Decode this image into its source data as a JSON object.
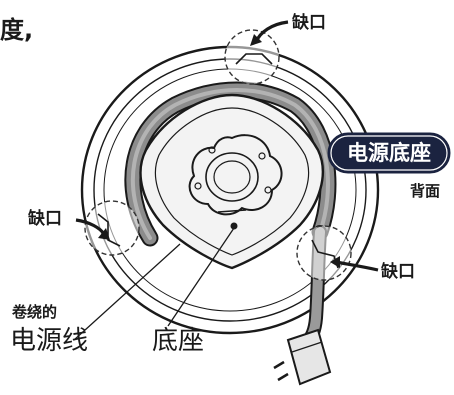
{
  "header": {
    "partial_text": "度,"
  },
  "labels": {
    "notch_top": "缺口",
    "notch_left": "缺口",
    "notch_right": "缺口",
    "power_base_badge": "电源底座",
    "back_view": "背面",
    "wound_cord_small": "卷绕的",
    "wound_cord_large": "电源线",
    "base": "底座"
  },
  "colors": {
    "ink": "#1a1a1a",
    "badge_fill": "#1b2340",
    "badge_text": "#ffffff",
    "background": "#ffffff"
  }
}
